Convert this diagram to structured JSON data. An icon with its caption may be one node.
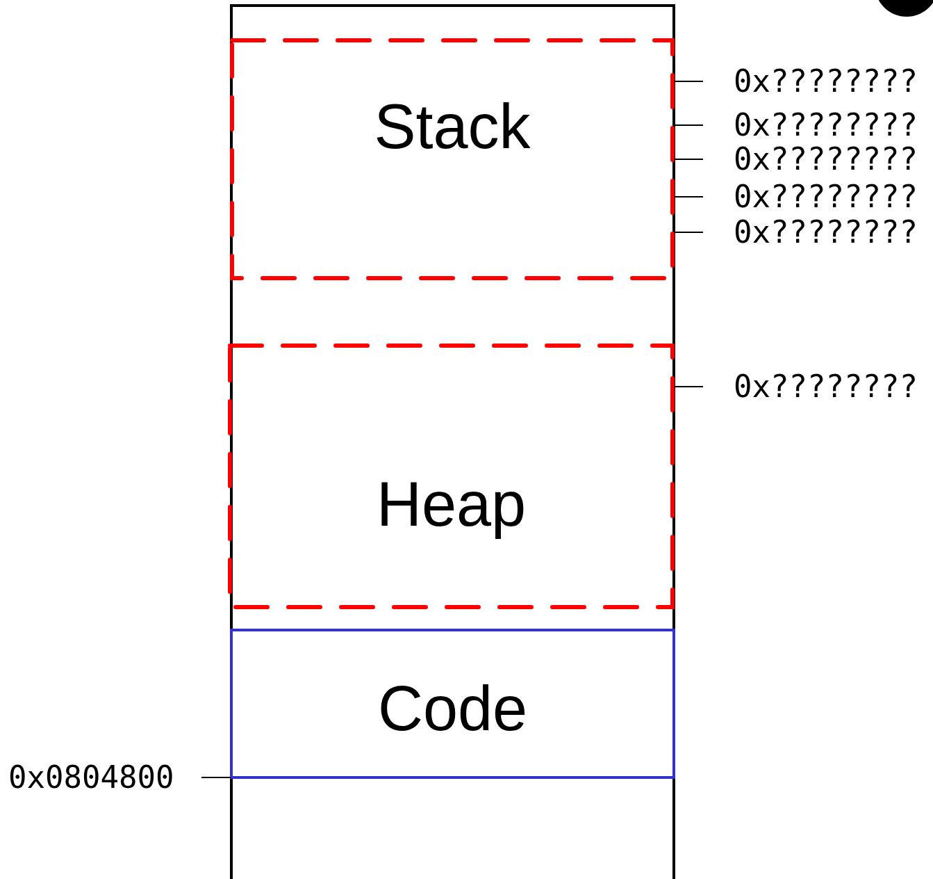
{
  "diagram": {
    "nodes": [
      {
        "text": [],
        "shape": "box"
      },
      {
        "text": [
          "Stack"
        ],
        "in": 0
      },
      {
        "text": [
          "Heap"
        ],
        "in": 0
      },
      {
        "text": [
          "Code"
        ],
        "in": 0
      }
    ],
    "edges": [],
    "labels": [
      "0x????????",
      "0x????????",
      "0x????????",
      "0x????????",
      "0x????????",
      "0x????????",
      "0x0804800"
    ]
  }
}
